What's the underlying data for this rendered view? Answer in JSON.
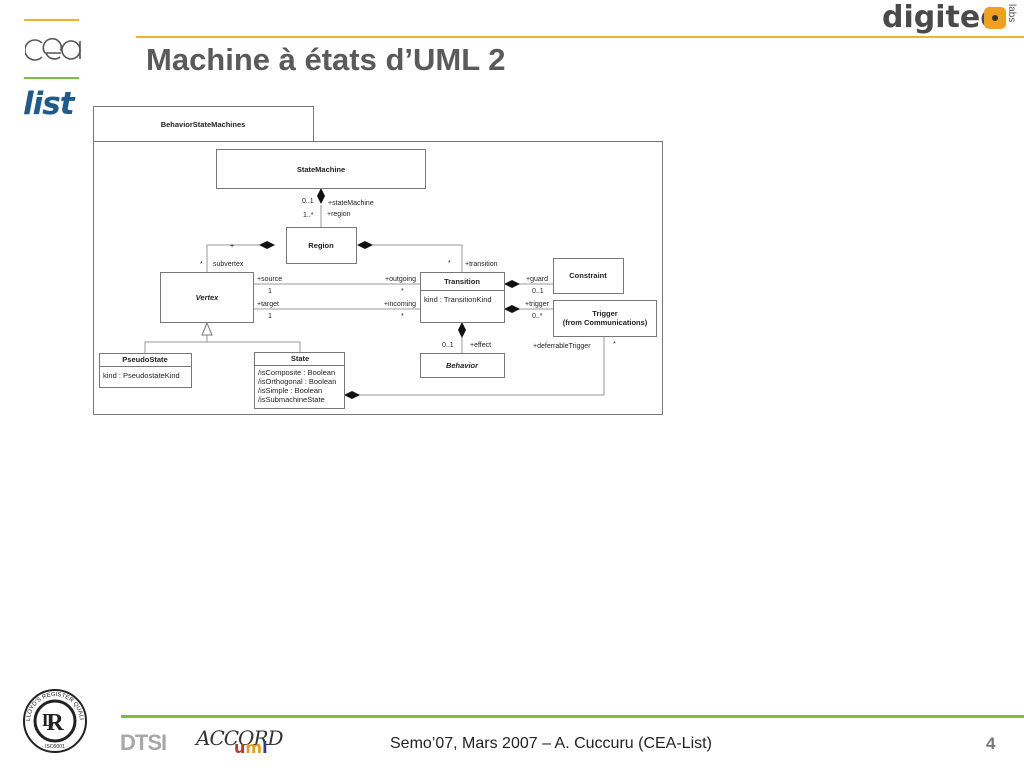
{
  "header": {
    "title": "Machine à états d’UML 2",
    "logo_cea": "cea",
    "logo_list": "list",
    "logo_digiteo": "digiteo",
    "logo_digiteo_sub": "labs"
  },
  "diagram": {
    "package": "BehaviorStateMachines",
    "classes": {
      "state_machine": {
        "name": "StateMachine"
      },
      "region": {
        "name": "Region"
      },
      "vertex": {
        "name": "Vertex"
      },
      "transition": {
        "name": "Transition",
        "attributes": [
          "kind : TransitionKind"
        ]
      },
      "constraint": {
        "name": "Constraint"
      },
      "trigger": {
        "name": "Trigger",
        "subtitle": "(from Communications)"
      },
      "behavior": {
        "name": "Behavior"
      },
      "pseudostate": {
        "name": "PseudoState",
        "attributes": [
          "kind : PseudostateKind"
        ]
      },
      "state": {
        "name": "State",
        "attributes": [
          "/isComposite : Boolean",
          "/isOrthogonal : Boolean",
          "/isSimple : Boolean",
          "/isSubmachineState"
        ]
      }
    },
    "labels": {
      "sm_mult": "0..1",
      "sm_role": "+stateMachine",
      "region_mult": "1..*",
      "region_role": "+region",
      "region_vertex_plus": "+",
      "subvertex_mult": "*",
      "subvertex_role": "subvertex",
      "transition_mult": "*",
      "transition_role": "+transition",
      "source_role": "+source",
      "source_mult": "1",
      "outgoing_role": "+outgoing",
      "outgoing_mult": "*",
      "target_role": "+target",
      "target_mult": "1",
      "incoming_role": "+incoming",
      "incoming_mult": "*",
      "guard_role": "+guard",
      "guard_mult": "0..1",
      "trigger_role": "+trigger",
      "trigger_mult": "0..*",
      "effect_mult": "0..1",
      "effect_role": "+effect",
      "deferrable_role": "+deferrableTrigger",
      "deferrable_mult": "*"
    }
  },
  "footer": {
    "text": "Semo’07, Mars 2007 – A. Cuccuru (CEA-List)",
    "page": "4",
    "logo_dtsi": "DTSI",
    "logo_accord": "ACCORD",
    "logo_accord_uml": "uml",
    "logo_lrqa": "LLOYD'S REGISTER QUALITY ASSURANCE · ISO9001 ·"
  },
  "colors": {
    "accent_yellow": "#f0b323",
    "accent_green": "#7bbf3a",
    "title_gray": "#5a5a5a",
    "list_blue": "#1e5a8c",
    "digiteo_orange": "#f0a020"
  }
}
